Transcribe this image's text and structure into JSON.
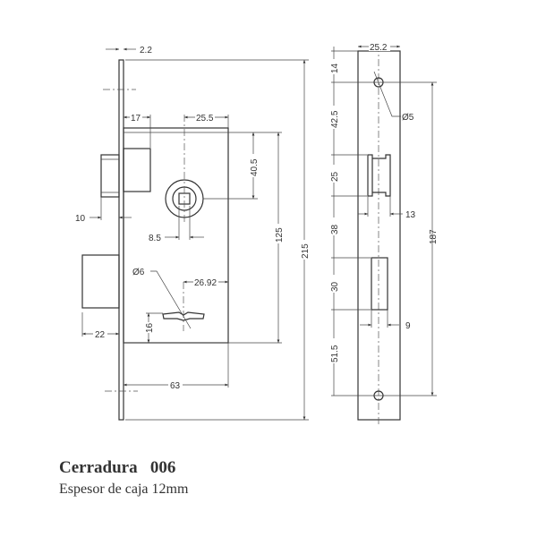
{
  "title": "Cerradura   006",
  "subtitle": "Espesor de caja 12mm",
  "side_view": {
    "dims": {
      "faceplate": "2.2",
      "latch_depth": "17",
      "spindle_offset": "25.5",
      "spindle_to_top": "40.5",
      "body_height": "125",
      "total_height": "215",
      "latch_projection": "10",
      "spindle_square": "8.5",
      "hole_dia": "Ø6",
      "lever_offset": "26.92",
      "lever_height": "16",
      "bolt_projection": "22",
      "body_depth": "63"
    }
  },
  "strike_plate": {
    "dims": {
      "width": "25.2",
      "top": "14",
      "gap1": "42.5",
      "latch_slot": "25",
      "gap2": "38",
      "bolt_slot": "30",
      "bottom": "51.5",
      "hole_spacing": "187",
      "latch_slot_width": "13",
      "bolt_slot_width": "9",
      "hole_dia": "Ø5"
    }
  }
}
